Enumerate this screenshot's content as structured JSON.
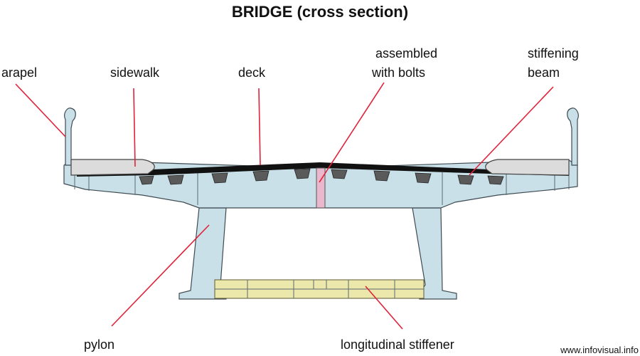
{
  "title": "BRIDGE (cross section)",
  "labels": {
    "parapet": "arapel",
    "sidewalk": "sidewalk",
    "deck": "deck",
    "bolts_line1": "assembled",
    "bolts_line2": "with bolts",
    "stiffening_line1": "stiffening",
    "stiffening_line2": "beam",
    "pylon": "pylon",
    "longitudinal_stiffener": "longitudinal stiffener"
  },
  "credit": "www.infovisual.info",
  "colors": {
    "structure": "#c9e0e8",
    "deck": "#111111",
    "sidewalk": "#dcdcdc",
    "bolt_joint": "#e9b8cc",
    "stiffener": "#ece8ab",
    "leader": "#e0223a"
  }
}
